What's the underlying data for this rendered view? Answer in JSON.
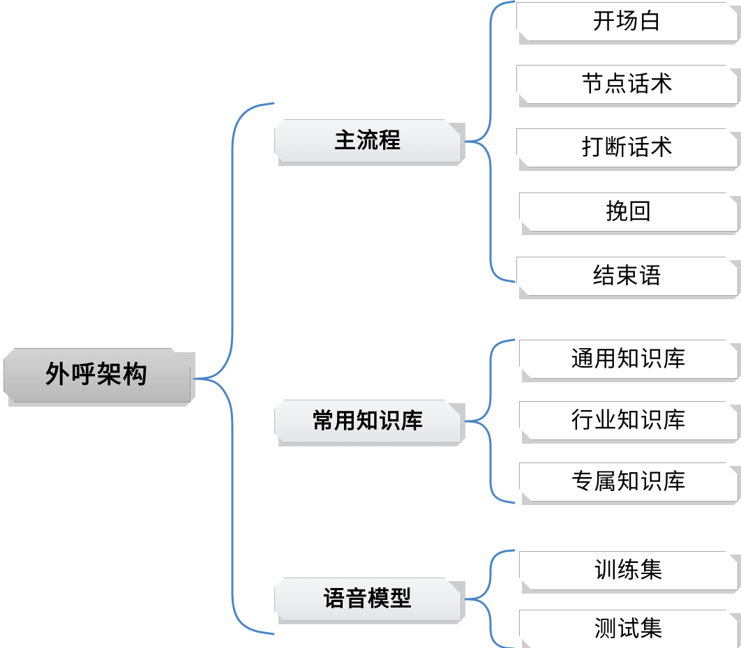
{
  "diagram": {
    "title": "外呼架构",
    "connector_color": "#4a86c5",
    "root_fill": "#c8c8c8",
    "branch_fill": "#eceef0",
    "leaf_fill": "#ffffff",
    "border_color": "#a8a8a8"
  },
  "root": {
    "label": "外呼架构"
  },
  "branches": [
    {
      "label": "主流程",
      "children": [
        {
          "label": "开场白"
        },
        {
          "label": "节点话术"
        },
        {
          "label": "打断话术"
        },
        {
          "label": "挽回"
        },
        {
          "label": "结束语"
        }
      ]
    },
    {
      "label": "常用知识库",
      "children": [
        {
          "label": "通用知识库"
        },
        {
          "label": "行业知识库"
        },
        {
          "label": "专属知识库"
        }
      ]
    },
    {
      "label": "语音模型",
      "children": [
        {
          "label": "训练集"
        },
        {
          "label": "测试集"
        }
      ]
    }
  ]
}
